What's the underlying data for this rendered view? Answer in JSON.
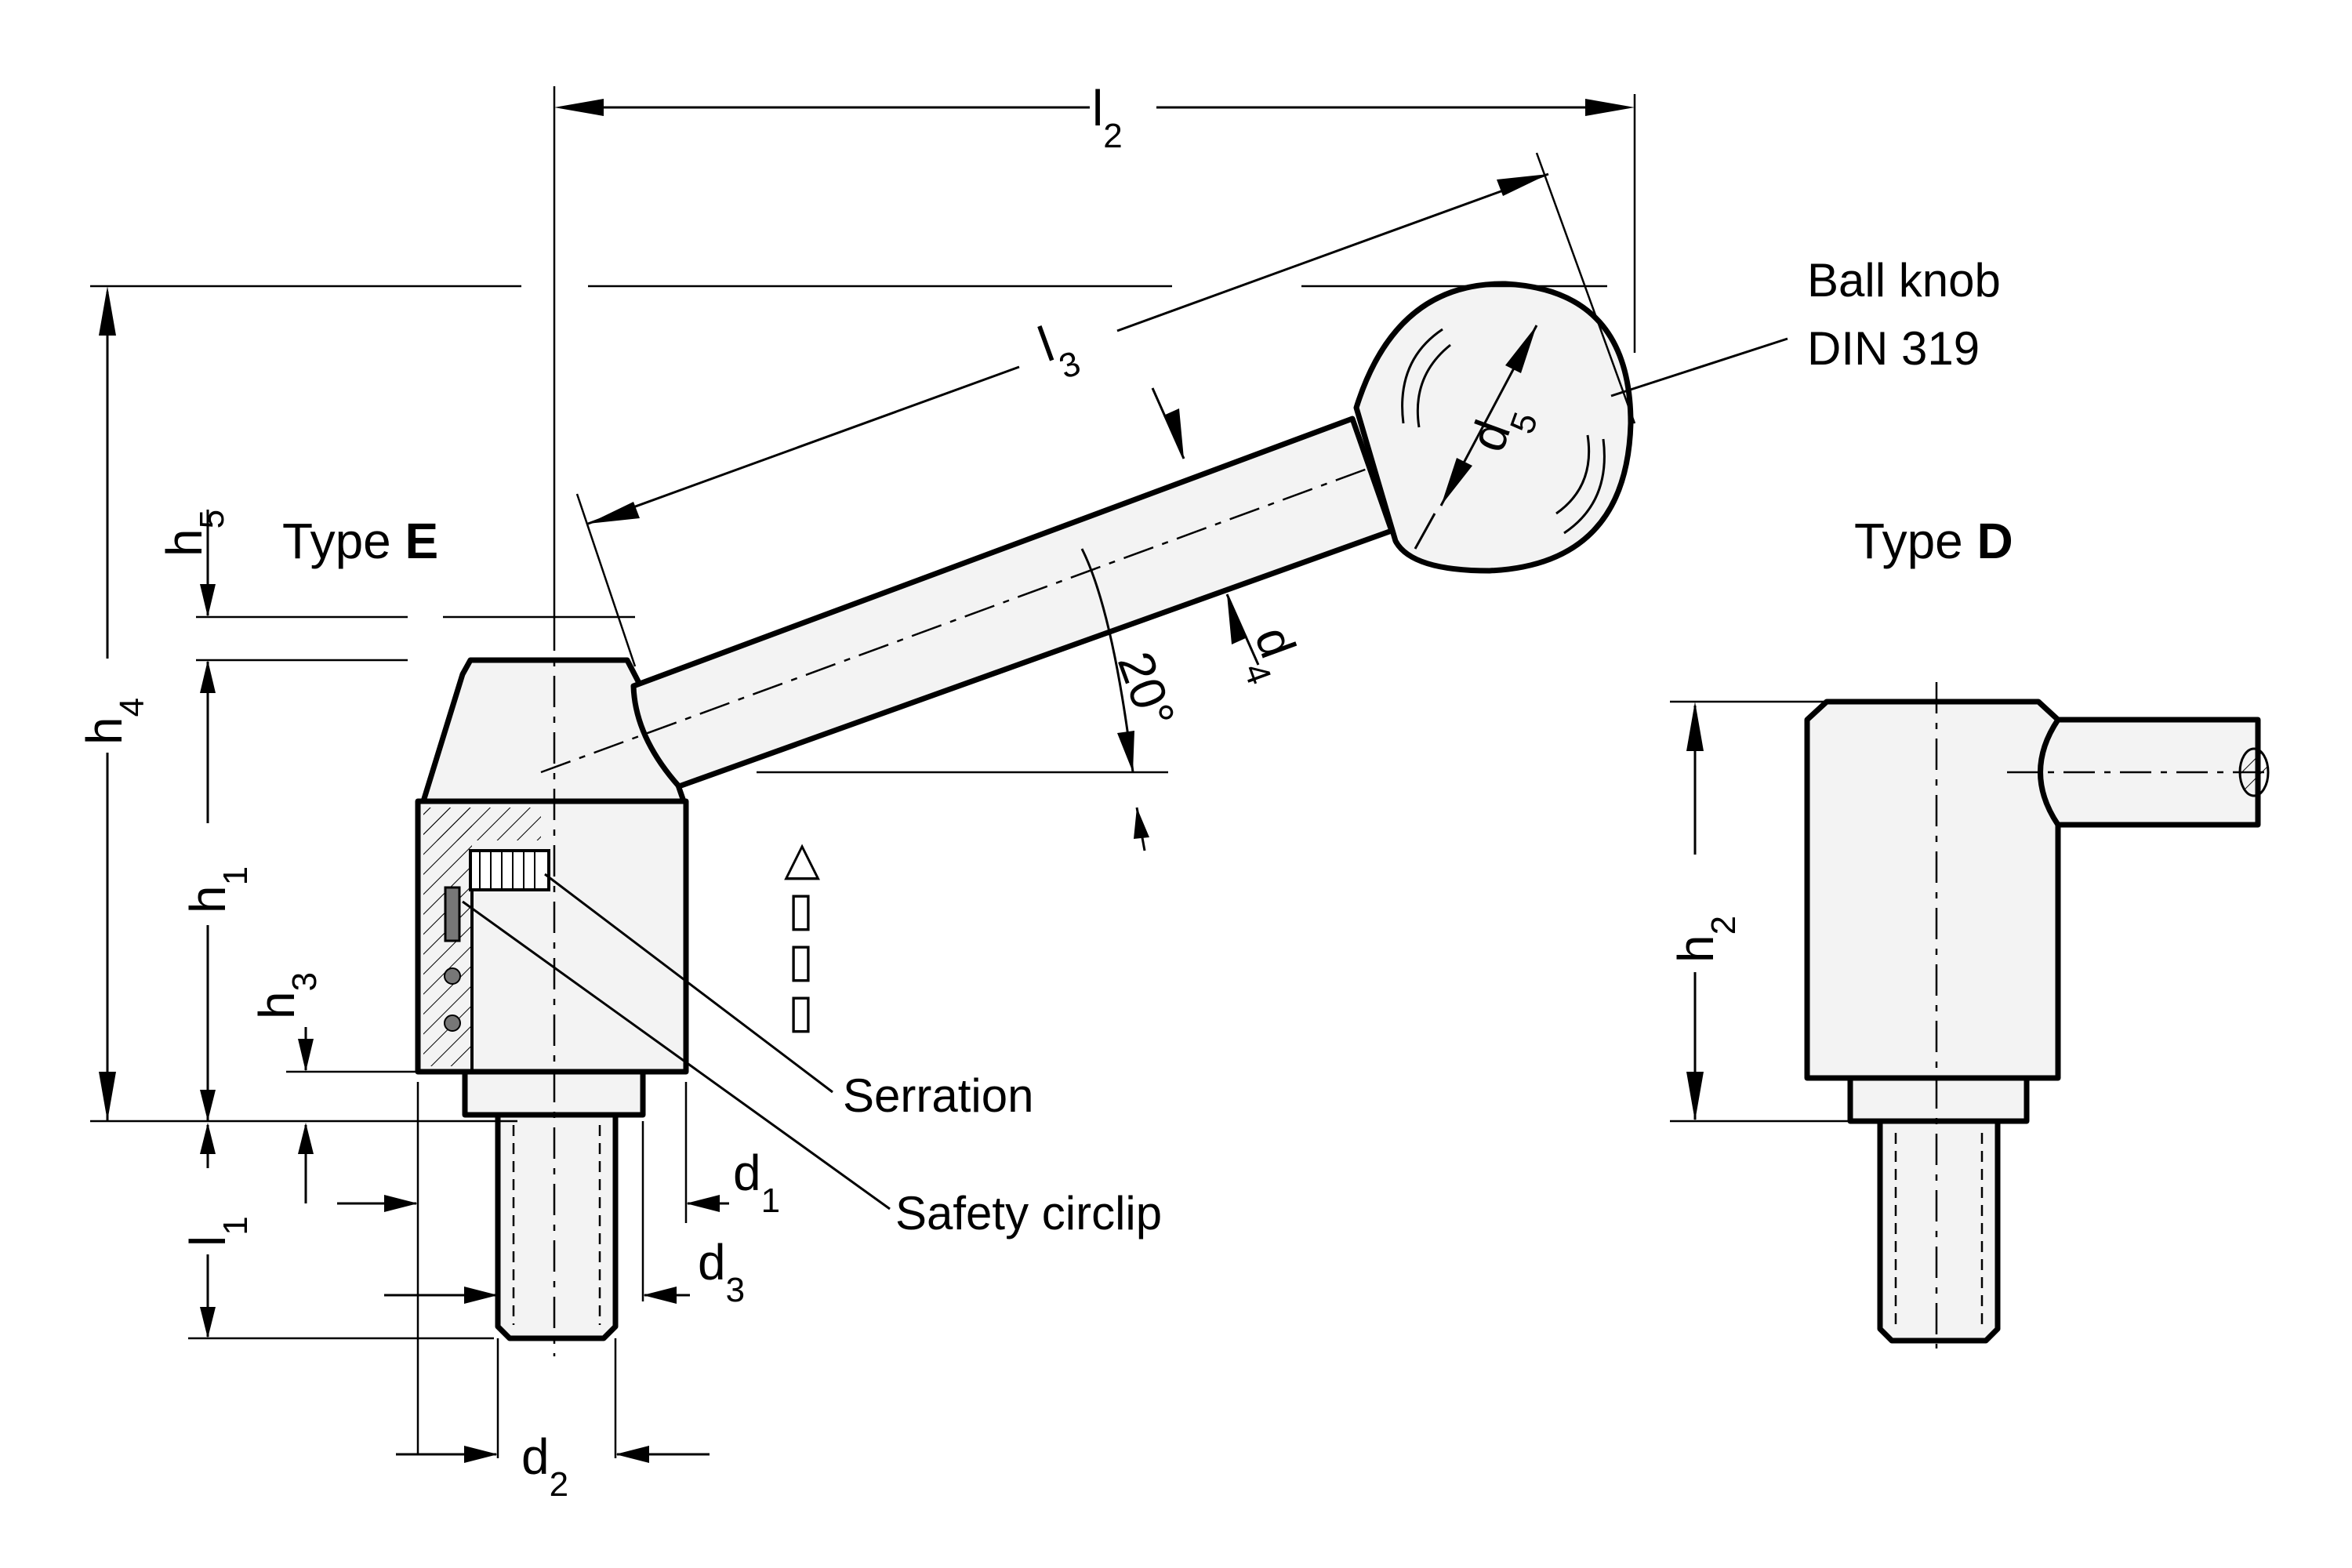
{
  "type_e": {
    "prefix": "Type ",
    "letter": "E"
  },
  "type_d": {
    "prefix": "Type ",
    "letter": "D"
  },
  "ball_knob": {
    "line1": "Ball knob",
    "line2": "DIN 319"
  },
  "callouts": {
    "serration": "Serration",
    "safety_circlip": "Safety circlip"
  },
  "angle": "20°",
  "dims": {
    "l2": {
      "main": "l",
      "sub": "2"
    },
    "l3": {
      "main": "l",
      "sub": "3"
    },
    "l1": {
      "main": "l",
      "sub": "1"
    },
    "h1": {
      "main": "h",
      "sub": "1"
    },
    "h2": {
      "main": "h",
      "sub": "2"
    },
    "h3": {
      "main": "h",
      "sub": "3"
    },
    "h4": {
      "main": "h",
      "sub": "4"
    },
    "h5": {
      "main": "h",
      "sub": "5"
    },
    "d1": {
      "main": "d",
      "sub": "1"
    },
    "d2": {
      "main": "d",
      "sub": "2"
    },
    "d3": {
      "main": "d",
      "sub": "3"
    },
    "d4": {
      "main": "d",
      "sub": "4"
    },
    "d5": {
      "main": "d",
      "sub": "5"
    }
  },
  "arrow_symbols": [
    "△",
    "▯",
    "▯",
    "▯"
  ]
}
